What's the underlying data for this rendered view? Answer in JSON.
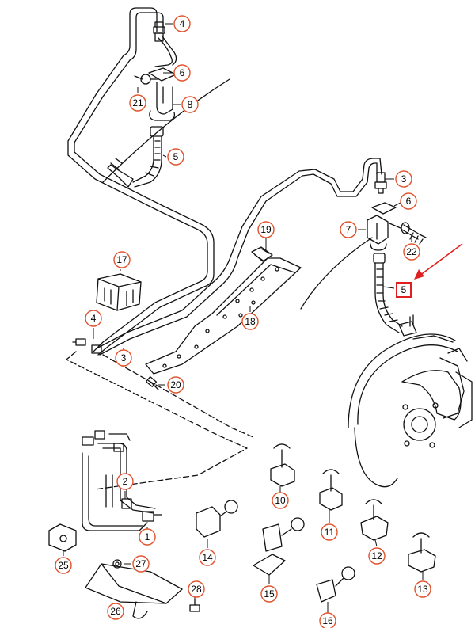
{
  "callouts": [
    {
      "id": "c4a",
      "label": "4"
    },
    {
      "id": "c6a",
      "label": "6"
    },
    {
      "id": "c21",
      "label": "21"
    },
    {
      "id": "c8",
      "label": "8"
    },
    {
      "id": "c5a",
      "label": "5"
    },
    {
      "id": "c3a",
      "label": "3"
    },
    {
      "id": "c6b",
      "label": "6"
    },
    {
      "id": "c7",
      "label": "7"
    },
    {
      "id": "c22",
      "label": "22"
    },
    {
      "id": "c5b",
      "label": "5",
      "highlight": true
    },
    {
      "id": "c19",
      "label": "19"
    },
    {
      "id": "c17",
      "label": "17"
    },
    {
      "id": "c18",
      "label": "18"
    },
    {
      "id": "c4b",
      "label": "4"
    },
    {
      "id": "c3b",
      "label": "3"
    },
    {
      "id": "c20",
      "label": "20"
    },
    {
      "id": "c2",
      "label": "2"
    },
    {
      "id": "c1",
      "label": "1"
    },
    {
      "id": "c10",
      "label": "10"
    },
    {
      "id": "c11",
      "label": "11"
    },
    {
      "id": "c12",
      "label": "12"
    },
    {
      "id": "c13",
      "label": "13"
    },
    {
      "id": "c14",
      "label": "14"
    },
    {
      "id": "c15",
      "label": "15"
    },
    {
      "id": "c16",
      "label": "16"
    },
    {
      "id": "c25",
      "label": "25"
    },
    {
      "id": "c26",
      "label": "26"
    },
    {
      "id": "c27",
      "label": "27"
    },
    {
      "id": "c28",
      "label": "28"
    }
  ],
  "colors": {
    "callout_ring": "#e0522b",
    "highlight_box": "#e02020",
    "arrow": "#e02020",
    "line_art": "#111111"
  }
}
